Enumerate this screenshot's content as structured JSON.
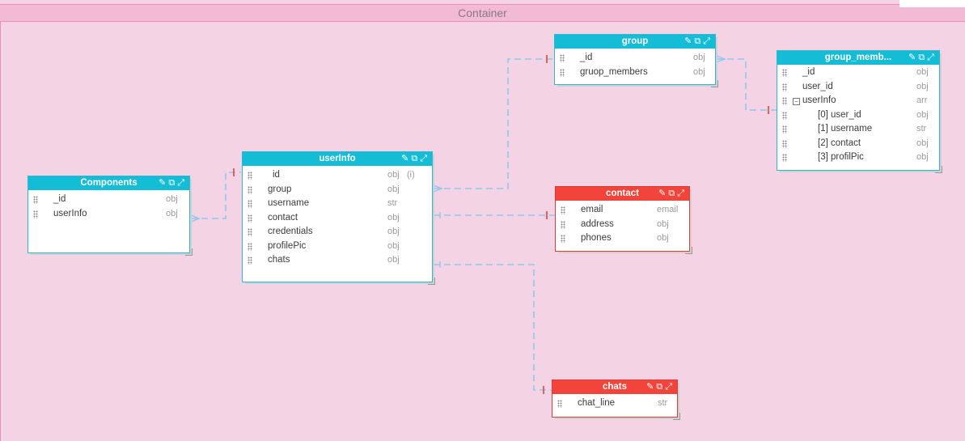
{
  "container": {
    "title": "Container"
  },
  "entities": {
    "components": {
      "title": "Components",
      "fields": [
        {
          "name": "_id",
          "type": "obj"
        },
        {
          "name": "userInfo",
          "type": "obj"
        }
      ]
    },
    "userinfo": {
      "title": "userInfo",
      "fields": [
        {
          "name": "id",
          "type": "obj",
          "extra": "(i)"
        },
        {
          "name": "group",
          "type": "obj"
        },
        {
          "name": "username",
          "type": "str"
        },
        {
          "name": "contact",
          "type": "obj"
        },
        {
          "name": "credentials",
          "type": "obj"
        },
        {
          "name": "profilePic",
          "type": "obj"
        },
        {
          "name": "chats",
          "type": "obj"
        }
      ]
    },
    "group": {
      "title": "group",
      "fields": [
        {
          "name": "_id",
          "type": "obj"
        },
        {
          "name": "gruop_members",
          "type": "obj"
        }
      ]
    },
    "group_members": {
      "title": "group_memb...",
      "fields": [
        {
          "name": "_id",
          "type": "obj"
        },
        {
          "name": "user_id",
          "type": "obj"
        },
        {
          "name": "userInfo",
          "type": "arr"
        },
        {
          "name": "[0] user_id",
          "type": "obj"
        },
        {
          "name": "[1] username",
          "type": "str"
        },
        {
          "name": "[2] contact",
          "type": "obj"
        },
        {
          "name": "[3] profilPic",
          "type": "obj"
        }
      ]
    },
    "contact": {
      "title": "contact",
      "fields": [
        {
          "name": "email",
          "type": "email"
        },
        {
          "name": "address",
          "type": "obj"
        },
        {
          "name": "phones",
          "type": "obj"
        }
      ]
    },
    "chats": {
      "title": "chats",
      "fields": [
        {
          "name": "chat_line",
          "type": "str"
        }
      ]
    }
  },
  "header_icons": [
    "pin-icon",
    "open-icon",
    "expand-icon"
  ],
  "colors": {
    "background": "#f4d3e4",
    "container_bar": "#f3bad6",
    "blue_header": "#15bcd6",
    "red_header": "#f2443a",
    "link": "#8ec8f0",
    "cardinality_mark": "#e03c32"
  }
}
